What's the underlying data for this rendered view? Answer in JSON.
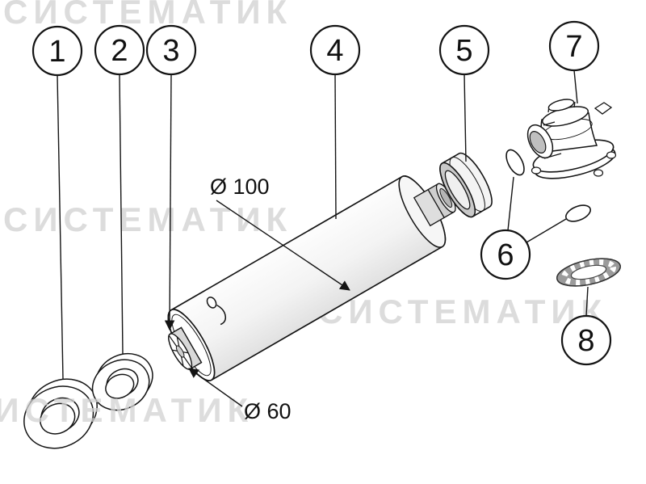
{
  "watermark": {
    "text": "СИСТЕМАТИК"
  },
  "callouts": [
    {
      "number": "1"
    },
    {
      "number": "2"
    },
    {
      "number": "3"
    },
    {
      "number": "4"
    },
    {
      "number": "5"
    },
    {
      "number": "6"
    },
    {
      "number": "7"
    },
    {
      "number": "8"
    }
  ],
  "dimensions": {
    "outer": "Ø 100",
    "inner": "Ø 60"
  },
  "colors": {
    "line": "#141414",
    "watermark": "#dcdcdc",
    "shade_light": "#e6e6e6",
    "shade_mid": "#c9c9c9",
    "shade_dark": "#9b9b9b"
  }
}
